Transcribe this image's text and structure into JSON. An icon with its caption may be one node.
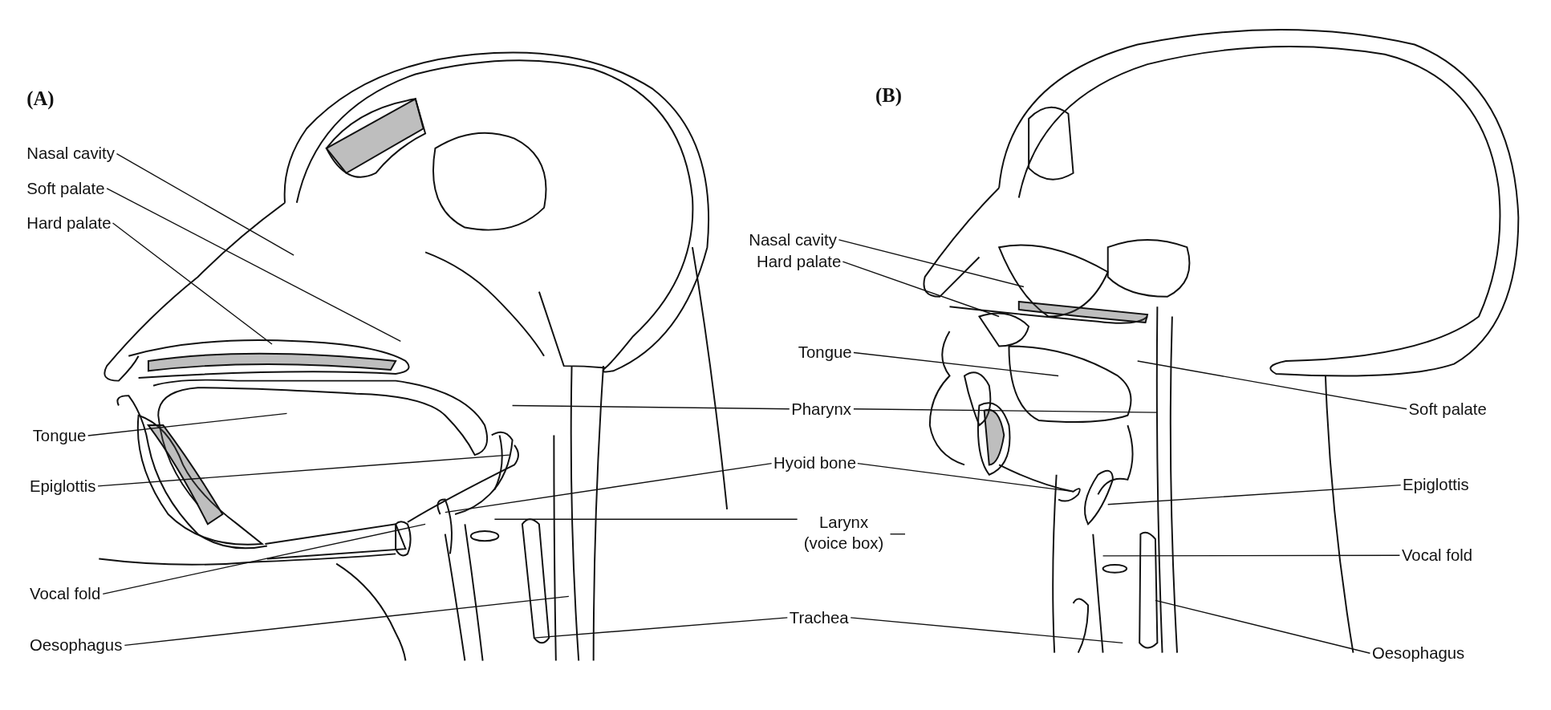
{
  "diagram": {
    "nodes": [
      {
        "text": [
          "Nasal cavity"
        ]
      },
      {
        "text": [
          "Soft palate"
        ]
      },
      {
        "text": [
          "Hard palate"
        ]
      },
      {
        "text": [
          "Tongue"
        ]
      },
      {
        "text": [
          "Epiglottis"
        ]
      },
      {
        "text": [
          "Vocal fold"
        ]
      },
      {
        "text": [
          "Oesophagus"
        ]
      },
      {
        "text": [
          "Pharynx"
        ]
      },
      {
        "text": [
          "Hyoid bone"
        ]
      },
      {
        "text": [
          "Larynx (voice box)"
        ]
      },
      {
        "text": [
          "Trachea"
        ]
      },
      {
        "text": [
          "Nasal cavity"
        ]
      },
      {
        "text": [
          "Hard palate"
        ]
      },
      {
        "text": [
          "Tongue"
        ]
      },
      {
        "text": [
          "Soft palate"
        ]
      },
      {
        "text": [
          "Epiglottis"
        ]
      },
      {
        "text": [
          "Vocal fold"
        ]
      },
      {
        "text": [
          "Oesophagus"
        ]
      }
    ],
    "edges": [
      {
        "from": 0,
        "to": null,
        "arrow": "none"
      },
      {
        "from": 1,
        "to": null,
        "arrow": "none"
      },
      {
        "from": 2,
        "to": null,
        "arrow": "none"
      },
      {
        "from": 3,
        "to": null,
        "arrow": "none"
      },
      {
        "from": 4,
        "to": null,
        "arrow": "none"
      },
      {
        "from": 5,
        "to": null,
        "arrow": "none"
      },
      {
        "from": 6,
        "to": null,
        "arrow": "none"
      },
      {
        "from": 7,
        "to": null,
        "arrow": "none"
      },
      {
        "from": 7,
        "to": null,
        "arrow": "none"
      },
      {
        "from": 8,
        "to": null,
        "arrow": "none"
      },
      {
        "from": 8,
        "to": null,
        "arrow": "none"
      },
      {
        "from": 9,
        "to": null,
        "arrow": "none"
      },
      {
        "from": 9,
        "to": null,
        "arrow": "none"
      },
      {
        "from": 10,
        "to": null,
        "arrow": "none"
      },
      {
        "from": 10,
        "to": null,
        "arrow": "none"
      },
      {
        "from": 11,
        "to": null,
        "arrow": "none"
      },
      {
        "from": 12,
        "to": null,
        "arrow": "none"
      },
      {
        "from": 13,
        "to": null,
        "arrow": "none"
      },
      {
        "from": 14,
        "to": null,
        "arrow": "none"
      },
      {
        "from": 15,
        "to": null,
        "arrow": "none"
      },
      {
        "from": 16,
        "to": null,
        "arrow": "none"
      },
      {
        "from": 17,
        "to": null,
        "arrow": "none"
      }
    ],
    "labels": [
      "(A)",
      "(B)"
    ]
  }
}
